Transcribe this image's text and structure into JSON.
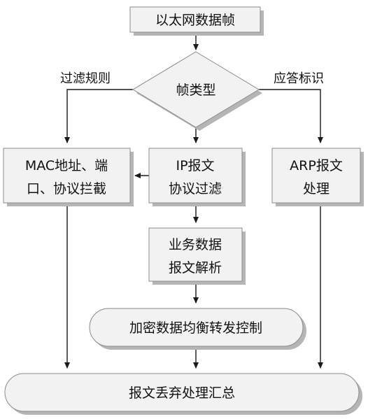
{
  "diagram": {
    "nodes": {
      "ethernet_frame": "以太网数据帧",
      "frame_type": "帧类型",
      "mac_filter_line1": "MAC地址、端",
      "mac_filter_line2": "口、协议拦截",
      "ip_filter_line1": "IP报文",
      "ip_filter_line2": "协议过滤",
      "arp_line1": "ARP报文",
      "arp_line2": "处理",
      "business_line1": "业务数据",
      "business_line2": "报文解析",
      "encrypt_balance": "加密数据均衡转发控制",
      "discard_summary": "报文丢弃处理汇总"
    },
    "edge_labels": {
      "filter_rules": "过滤规则",
      "reply_flag": "应答标识"
    },
    "colors": {
      "node_fill": "#f2f2f2",
      "node_stroke": "#8a8a8a",
      "shadow": "#b5b5b5",
      "arrow": "#1a1a1a"
    }
  }
}
